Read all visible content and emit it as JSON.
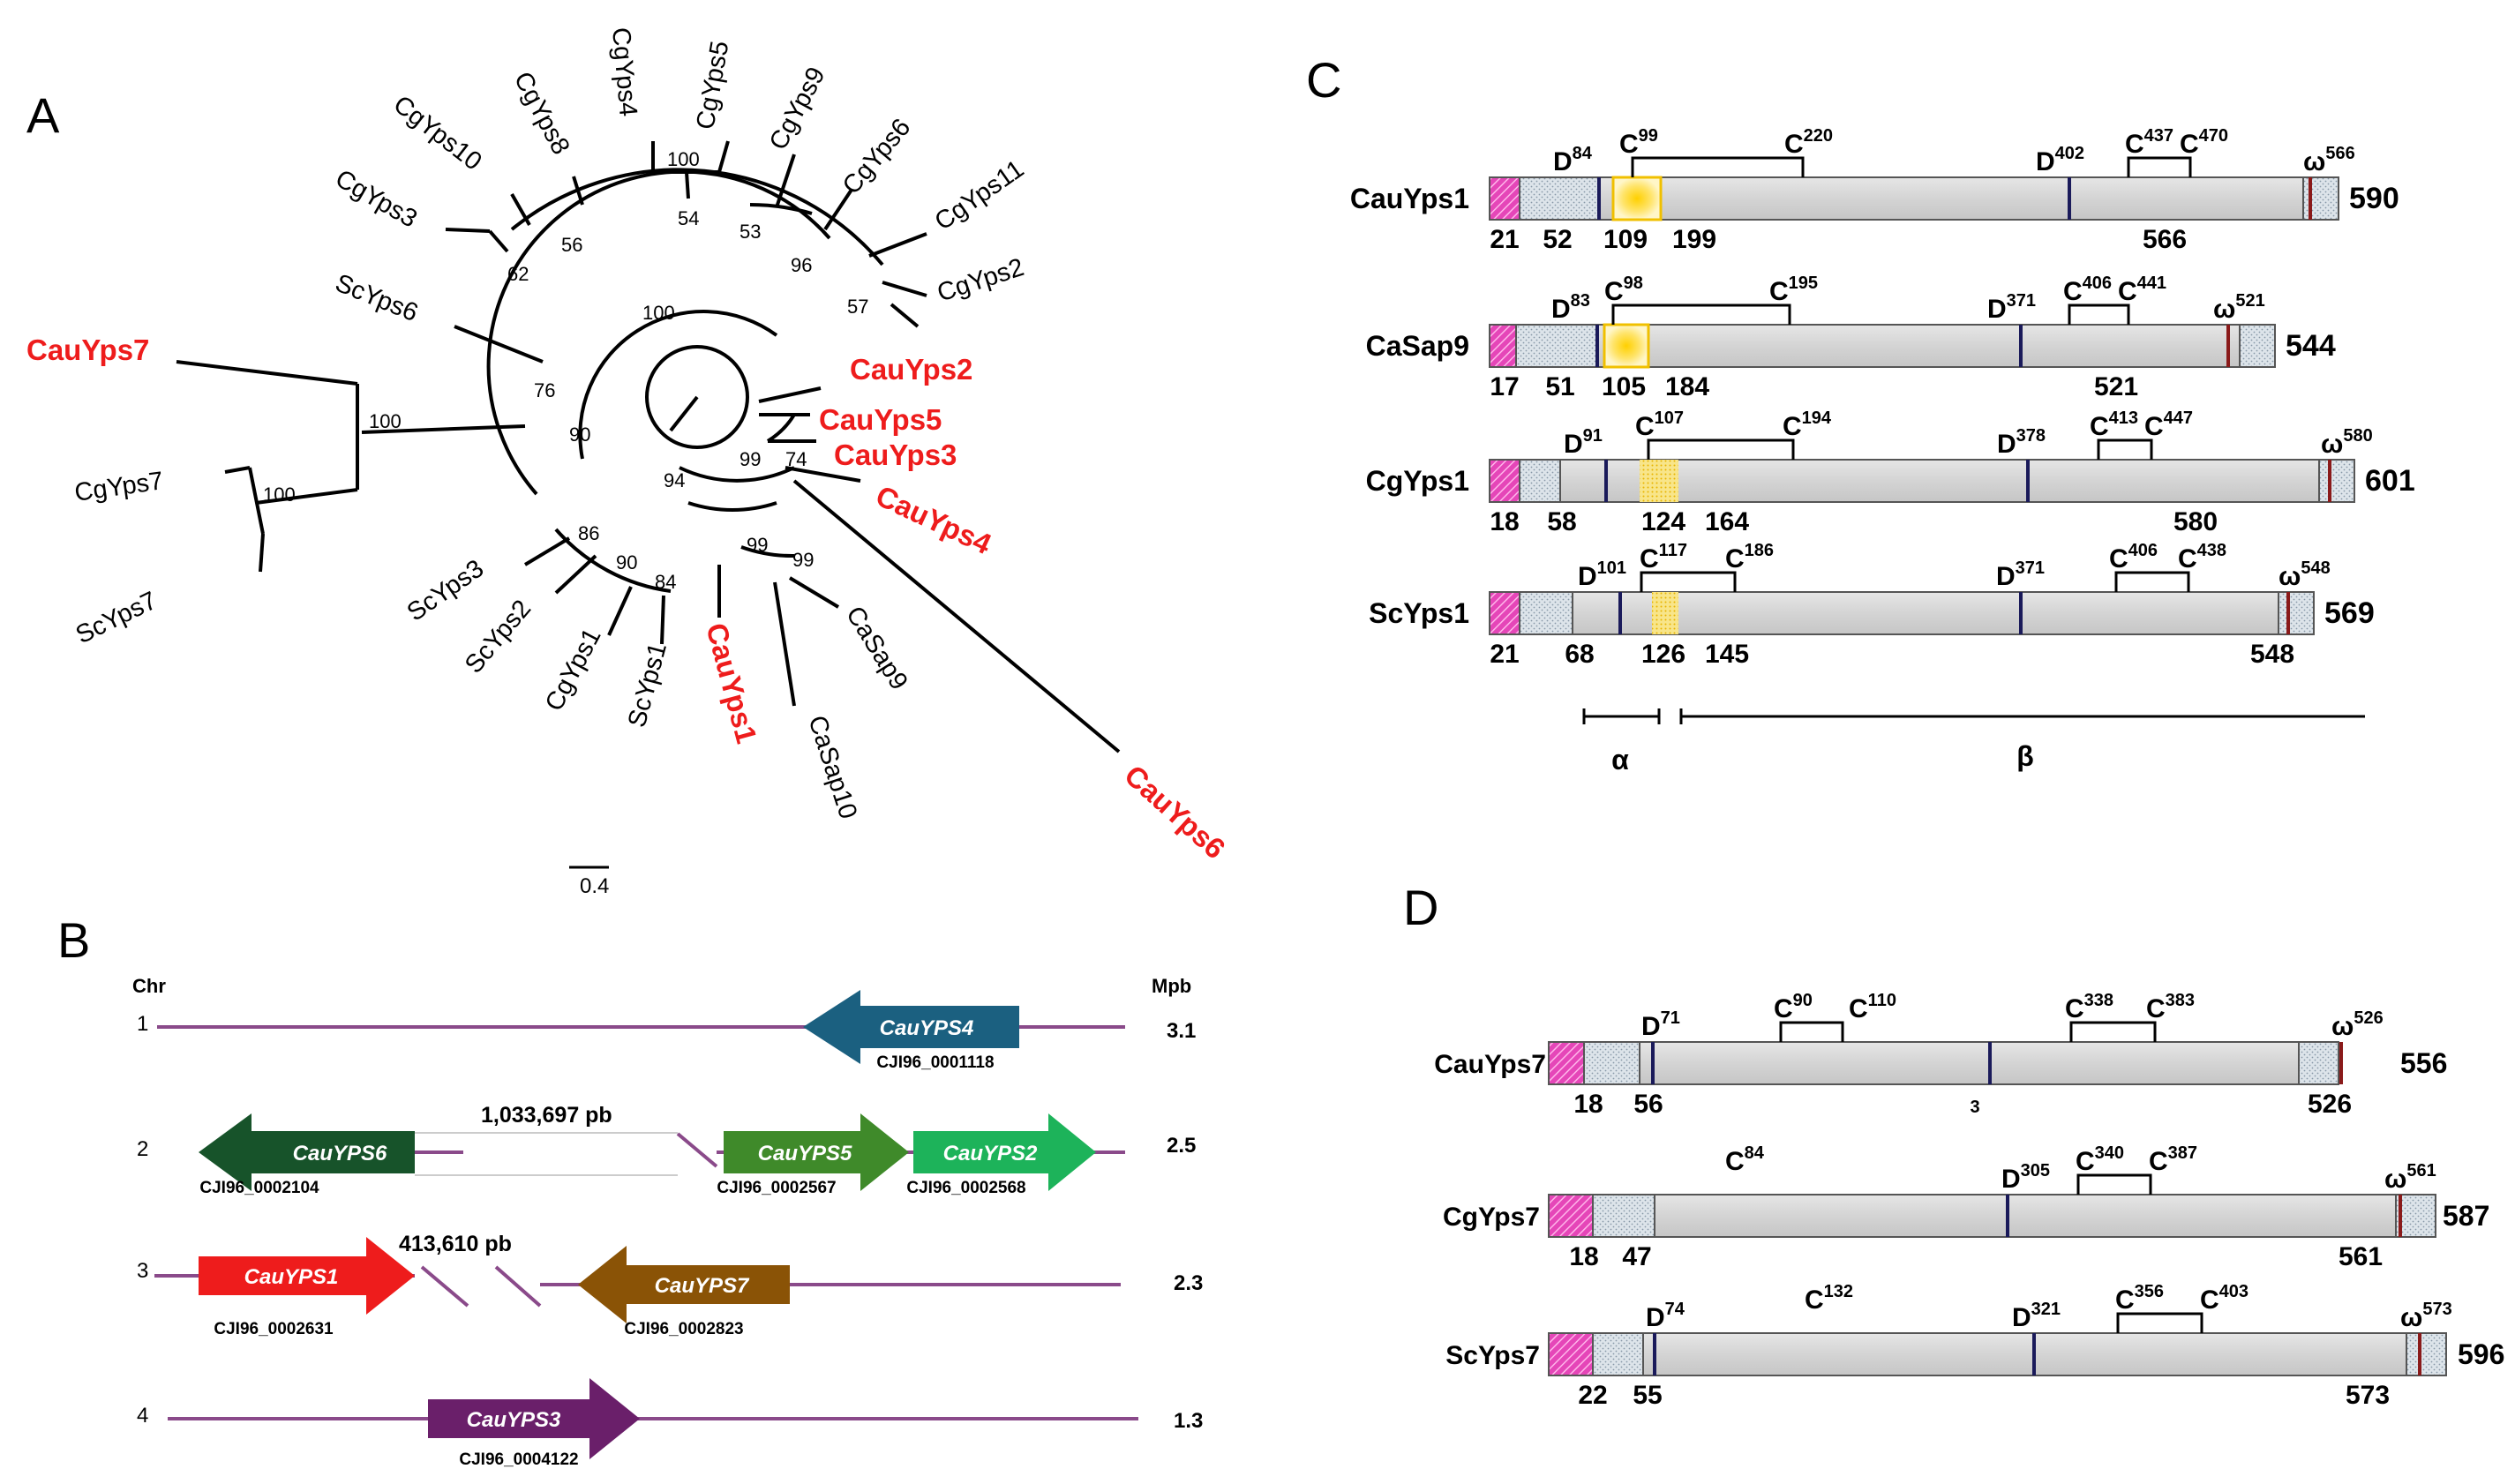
{
  "panels": {
    "A": "A",
    "B": "B",
    "C": "C",
    "D": "D"
  },
  "panel_a": {
    "leaves": {
      "CgYps10": "CgYps10",
      "CgYps8": "CgYps8",
      "CgYps4": "CgYps4",
      "CgYps5": "CgYps5",
      "CgYps9": "CgYps9",
      "CgYps6": "CgYps6",
      "CgYps11": "CgYps11",
      "CgYps2": "CgYps2",
      "CgYps3": "CgYps3",
      "ScYps6": "ScYps6",
      "CgYps7": "CgYps7",
      "ScYps7": "ScYps7",
      "ScYps3": "ScYps3",
      "ScYps2": "ScYps2",
      "CgYps1": "CgYps1",
      "ScYps1": "ScYps1",
      "CaSap10": "CaSap10",
      "CaSap9": "CaSap9"
    },
    "red_leaves": {
      "CauYps7": "CauYps7",
      "CauYps2": "CauYps2",
      "CauYps5": "CauYps5",
      "CauYps3": "CauYps3",
      "CauYps4": "CauYps4",
      "CauYps1": "CauYps1",
      "CauYps6": "CauYps6"
    },
    "bootstrap": {
      "b100a": "100",
      "b62": "62",
      "b56": "56",
      "b54": "54",
      "b53": "53",
      "b96": "96",
      "b57": "57",
      "b100b": "100",
      "b76": "76",
      "b100c": "100",
      "b100d": "100",
      "b90a": "90",
      "b94": "94",
      "b99a": "99",
      "b74": "74",
      "b86": "86",
      "b90b": "90",
      "b84": "84",
      "b99b": "99",
      "b99c": "99"
    },
    "scale_bar": "0.4",
    "red_color": "#ee1c1c"
  },
  "panel_b": {
    "chr_label": "Chr",
    "mpb_label": "Mpb",
    "rows": [
      {
        "num": "1",
        "size": "3.1"
      },
      {
        "num": "2",
        "size": "2.5"
      },
      {
        "num": "3",
        "size": "2.3"
      },
      {
        "num": "4",
        "size": "1.3"
      }
    ],
    "genes": [
      {
        "name": "CauYPS4",
        "id": "CJI96_0001118",
        "color": "#1b6080"
      },
      {
        "name": "CauYPS6",
        "id": "CJI96_0002104",
        "color": "#17532a"
      },
      {
        "name": "CauYPS5",
        "id": "CJI96_0002567",
        "color": "#3f8a2a"
      },
      {
        "name": "CauYPS2",
        "id": "CJI96_0002568",
        "color": "#1db35a"
      },
      {
        "name": "CauYPS1",
        "id": "CJI96_0002631",
        "color": "#ee1c1c"
      },
      {
        "name": "CauYPS7",
        "id": "CJI96_0002823",
        "color": "#8a5306"
      },
      {
        "name": "CauYPS3",
        "id": "CJI96_0004122",
        "color": "#6a1f6a"
      }
    ],
    "gaps": {
      "g1": "1,033,697 pb",
      "g2": "413,610 pb"
    },
    "line_color": "#8a4a8a"
  },
  "panel_c": {
    "proteins": [
      {
        "name": "CauYps1",
        "length": "590",
        "bottom": {
          "s1": "21",
          "s2": "52",
          "s3": "109",
          "s4": "199",
          "s5": "566"
        },
        "top": {
          "d1": "D",
          "d1s": "84",
          "c1": "C",
          "c1s": "99",
          "c2": "C",
          "c2s": "220",
          "d2": "D",
          "d2s": "402",
          "c3": "C",
          "c3s": "437",
          "c4": "C",
          "c4s": "470",
          "w": "ω",
          "ws": "566"
        }
      },
      {
        "name": "CaSap9",
        "length": "544",
        "bottom": {
          "s1": "17",
          "s2": "51",
          "s3": "105",
          "s4": "184",
          "s5": "521"
        },
        "top": {
          "d1": "D",
          "d1s": "83",
          "c1": "C",
          "c1s": "98",
          "c2": "C",
          "c2s": "195",
          "d2": "D",
          "d2s": "371",
          "c3": "C",
          "c3s": "406",
          "c4": "C",
          "c4s": "441",
          "w": "ω",
          "ws": "521"
        }
      },
      {
        "name": "CgYps1",
        "length": "601",
        "bottom": {
          "s1": "18",
          "s2": "58",
          "s3": "124",
          "s4": "164",
          "s5": "580"
        },
        "top": {
          "d1": "D",
          "d1s": "91",
          "c1": "C",
          "c1s": "107",
          "c2": "C",
          "c2s": "194",
          "d2": "D",
          "d2s": "378",
          "c3": "C",
          "c3s": "413",
          "c4": "C",
          "c4s": "447",
          "w": "ω",
          "ws": "580"
        }
      },
      {
        "name": "ScYps1",
        "length": "569",
        "bottom": {
          "s1": "21",
          "s2": "68",
          "s3": "126",
          "s4": "145",
          "s5": "548"
        },
        "top": {
          "d1": "D",
          "d1s": "101",
          "c1": "C",
          "c1s": "117",
          "c2": "C",
          "c2s": "186",
          "d2": "D",
          "d2s": "371",
          "c3": "C",
          "c3s": "406",
          "c4": "C",
          "c4s": "438",
          "w": "ω",
          "ws": "548"
        }
      }
    ],
    "alpha": "α",
    "beta": "β"
  },
  "panel_d": {
    "proteins": [
      {
        "name": "CauYps7",
        "length": "556",
        "bottom": {
          "s1": "18",
          "s2": "56",
          "s3": "3",
          "s4": "526"
        },
        "top": {
          "d1": "D",
          "d1s": "71",
          "c1": "C",
          "c1s": "90",
          "c2": "C",
          "c2s": "110",
          "c3": "C",
          "c3s": "338",
          "c4": "C",
          "c4s": "383",
          "w": "ω",
          "ws": "526"
        }
      },
      {
        "name": "CgYps7",
        "length": "587",
        "bottom": {
          "s1": "18",
          "s2": "47",
          "s3": "561"
        },
        "top": {
          "c1": "C",
          "c1s": "84",
          "d2": "D",
          "d2s": "305",
          "c3": "C",
          "c3s": "340",
          "c4": "C",
          "c4s": "387",
          "w": "ω",
          "ws": "561"
        }
      },
      {
        "name": "ScYps7",
        "length": "596",
        "bottom": {
          "s1": "22",
          "s2": "55",
          "s3": "573"
        },
        "top": {
          "d1": "D",
          "d1s": "74",
          "c1": "C",
          "c1s": "132",
          "d2": "D",
          "d2s": "321",
          "c3": "C",
          "c3s": "356",
          "c4": "C",
          "c4s": "403",
          "w": "ω",
          "ws": "573"
        }
      }
    ]
  }
}
